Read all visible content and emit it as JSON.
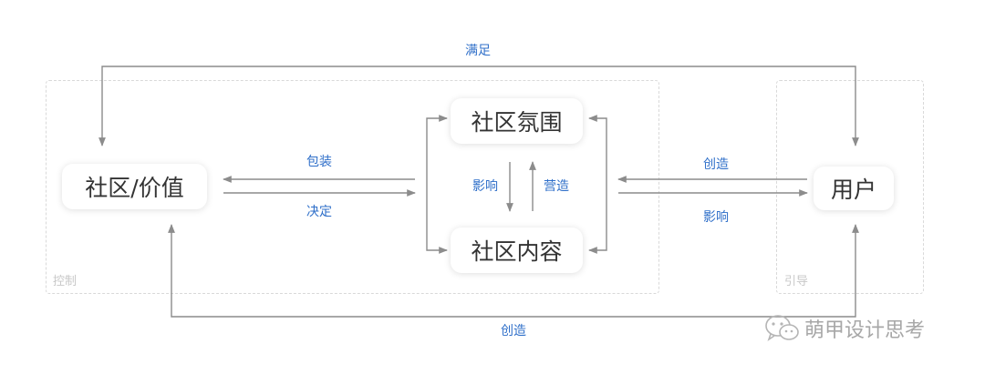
{
  "regions": {
    "control": "控制",
    "guide": "引导"
  },
  "nodes": {
    "community_value": "社区/价值",
    "community_atmosphere": "社区氛围",
    "community_content": "社区内容",
    "user": "用户"
  },
  "edges": {
    "top_satisfy": "满足",
    "package": "包装",
    "decide": "决定",
    "influence_down": "影响",
    "build_up": "营造",
    "create_right": "创造",
    "influence_right": "影响",
    "bottom_create": "创造"
  },
  "watermark": "萌甲设计思考",
  "colors": {
    "arrow": "#8c8c8c",
    "label": "#2f6fc9",
    "dashed_border": "#d9d9d9",
    "node_text": "#333333"
  }
}
